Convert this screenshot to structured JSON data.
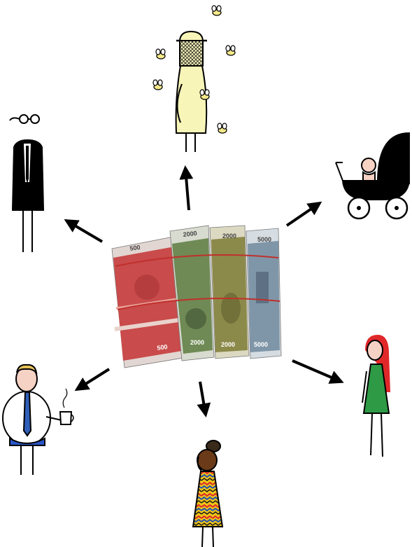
{
  "colors": {
    "ink": "#000000",
    "skin": "#f6d2c4",
    "beekeeper_suit": "#f8f5b8",
    "bee_body": "#f6e98a",
    "red_hair": "#e0282a",
    "dress_green": "#2e9a45",
    "shirt": "#ffffff",
    "tie": "#2f5fb8",
    "trousers": "#2a56c8",
    "hair_blonde": "#e8c25a",
    "dark_skin": "#6b3a18",
    "note_red": "#c94b4b",
    "note_green": "#6f8a55",
    "note_olive": "#8c8a4a",
    "note_blue": "#7f96a8"
  },
  "center": {
    "money_stacks": [
      {
        "label": "500",
        "color": "#c94b4b"
      },
      {
        "label": "2000",
        "color": "#6f8a55"
      },
      {
        "label": "2000",
        "color": "#8c8a4a"
      },
      {
        "label": "5000",
        "color": "#7f96a8"
      }
    ]
  },
  "figures": [
    {
      "id": "beekeeper",
      "icon": "beekeeper-with-bees"
    },
    {
      "id": "baby",
      "icon": "baby-in-pram"
    },
    {
      "id": "redhead",
      "icon": "woman-red-hair-green-dress"
    },
    {
      "id": "patterned",
      "icon": "woman-patterned-dress"
    },
    {
      "id": "office",
      "icon": "man-with-coffee"
    },
    {
      "id": "suit",
      "icon": "man-black-suit-glasses"
    }
  ]
}
